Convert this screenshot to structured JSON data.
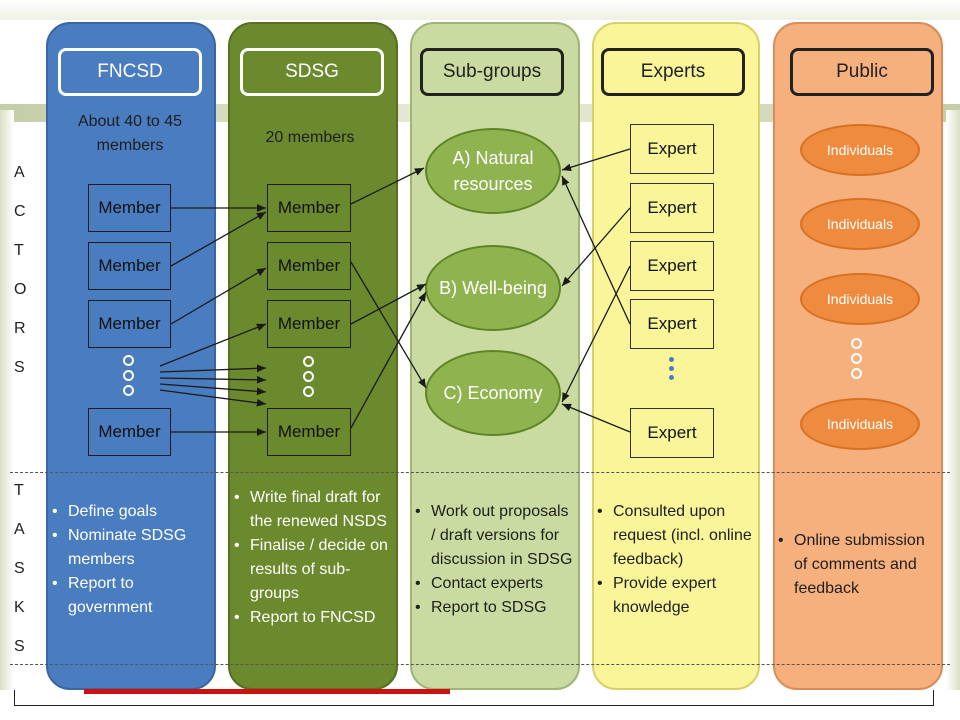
{
  "columns": {
    "fncsd": {
      "header": "FNCSD",
      "intro": "About 40 to 45 members",
      "member_label": "Member",
      "tasks": [
        "Define goals",
        "Nominate SDSG members",
        "Report to government"
      ]
    },
    "sdsg": {
      "header": "SDSG",
      "intro": "20 members",
      "member_label": "Member",
      "tasks": [
        "Write final draft for the renewed NSDS",
        "Finalise / decide on results of sub-groups",
        "Report to FNCSD"
      ]
    },
    "subgroups": {
      "header": "Sub-groups",
      "groups": [
        "A) Natural resources",
        "B) Well-being",
        "C) Economy"
      ],
      "tasks": [
        "Work out proposals / draft versions for discussion in SDSG",
        "Contact experts",
        "Report to SDSG"
      ]
    },
    "experts": {
      "header": "Experts",
      "expert_label": "Expert",
      "tasks": [
        "Consulted upon request (incl. online feedback)",
        "Provide expert knowledge"
      ]
    },
    "public": {
      "header": "Public",
      "individual_label": "Individuals",
      "tasks": [
        "Online submission of comments and feedback"
      ]
    }
  },
  "side_labels": {
    "actors": [
      "A",
      "C",
      "T",
      "O",
      "R",
      "S"
    ],
    "tasks": [
      "T",
      "A",
      "S",
      "K",
      "S"
    ]
  },
  "colors": {
    "fncsd": "#4a7cc0",
    "sdsg": "#6b8a2e",
    "subgroups": "#c9dba0",
    "experts": "#fbf59a",
    "public": "#f6b07e"
  }
}
